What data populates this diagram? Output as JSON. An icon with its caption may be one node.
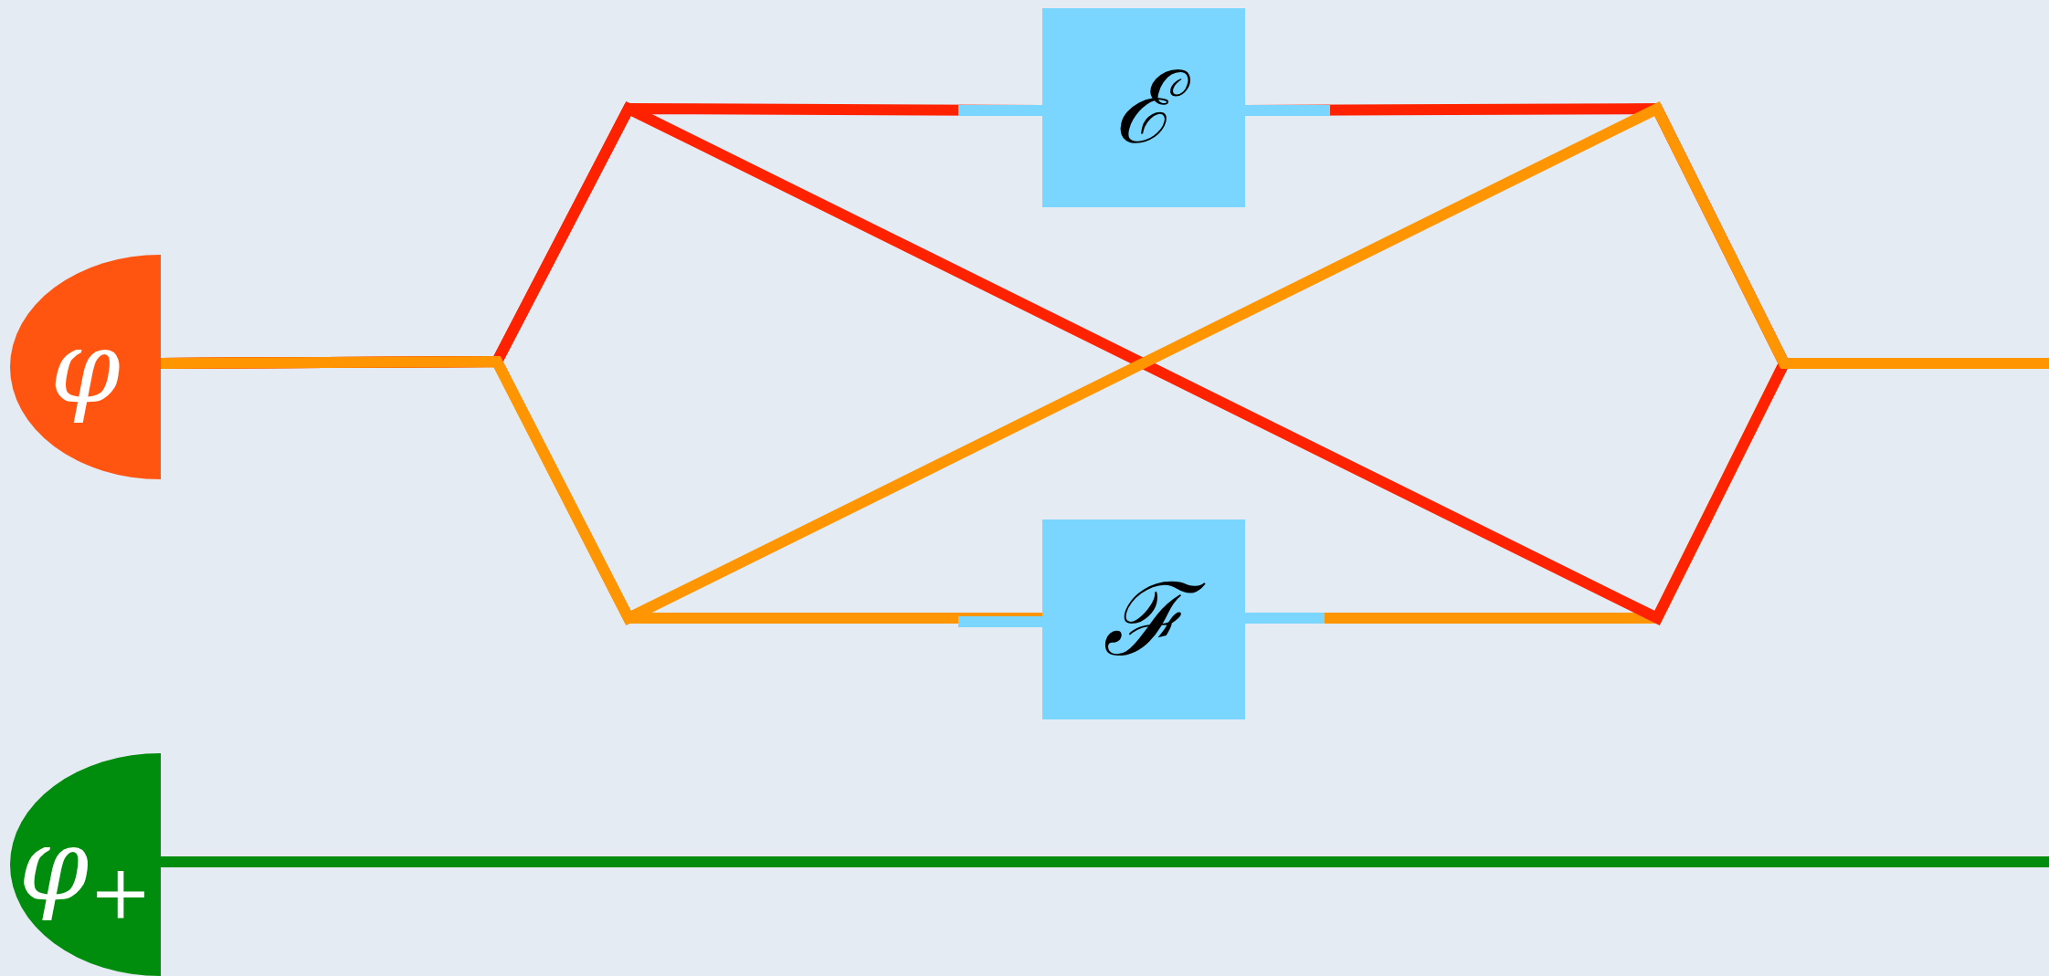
{
  "diagram": {
    "nodes": [
      {
        "text": [
          "φ"
        ]
      },
      {
        "text": [
          "ℰ"
        ]
      },
      {
        "text": [
          "ℱ"
        ]
      },
      {
        "text": [
          "φ$_{+}$"
        ]
      }
    ],
    "edges": [
      {
        "from": 0,
        "to": 1,
        "arrow": "none"
      },
      {
        "from": 0,
        "to": 2,
        "arrow": "none",
        "color": "#ff9500"
      },
      {
        "from": 1,
        "to": null,
        "arrow": "none"
      },
      {
        "from": 2,
        "to": null,
        "arrow": "none",
        "color": "#ff9500"
      },
      {
        "from": 0,
        "to": null,
        "arrow": "none"
      },
      {
        "from": 0,
        "to": null,
        "arrow": "none",
        "color": "#ff9500"
      },
      {
        "from": 3,
        "to": null,
        "arrow": "none",
        "color": "#008c0c"
      }
    ]
  }
}
